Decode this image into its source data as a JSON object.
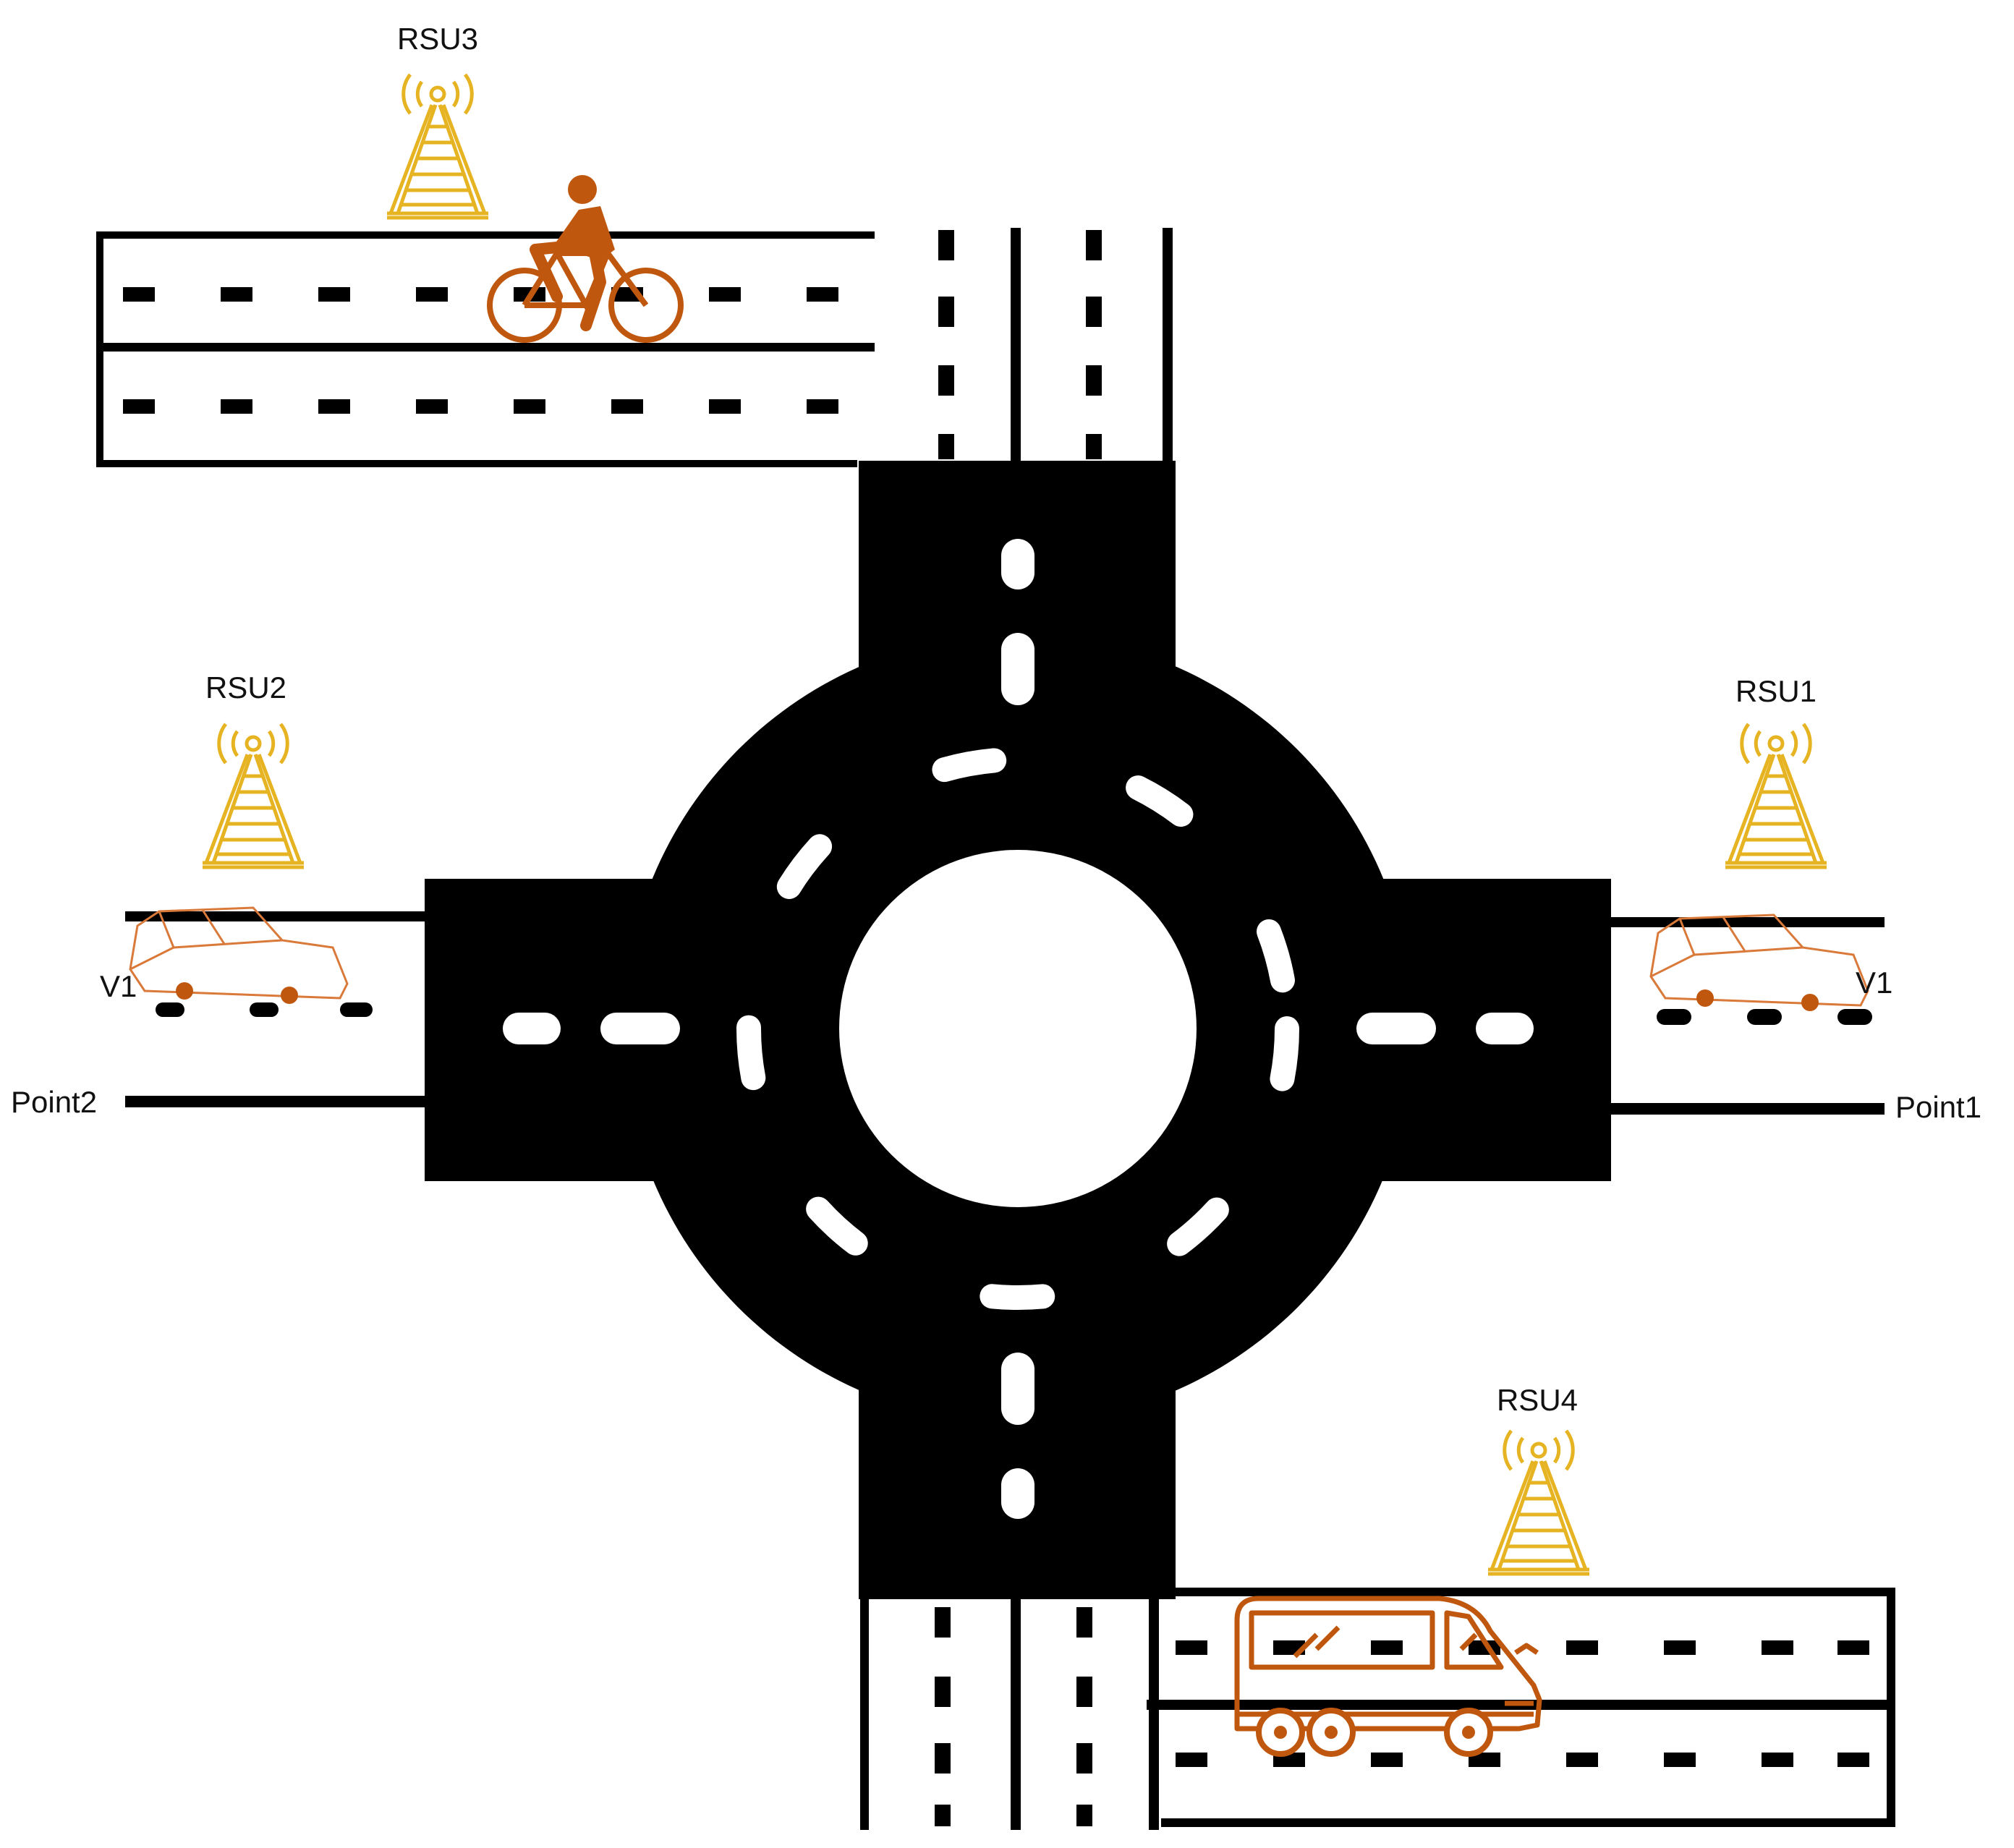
{
  "labels": {
    "rsu1": "RSU1",
    "rsu2": "RSU2",
    "rsu3": "RSU3",
    "rsu4": "RSU4",
    "v1_left": "V1",
    "v1_right": "V1",
    "point1": "Point1",
    "point2": "Point2"
  },
  "colors": {
    "road": "#000000",
    "background": "#ffffff",
    "antenna": "#e6b422",
    "vehicle": "#c0570f",
    "car_outline": "#d9793a",
    "text": "#111111"
  },
  "icons": {
    "rsu": "radio-tower-icon",
    "bicycle": "cyclist-icon",
    "car": "car-icon",
    "bus": "bus-icon"
  }
}
